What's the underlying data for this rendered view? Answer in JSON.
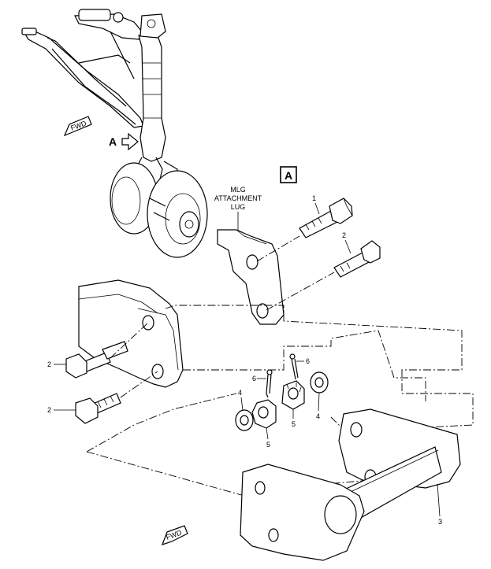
{
  "view_label": "A",
  "view_arrow_label": "A",
  "fwd_label": "FWD",
  "lug_label": [
    "MLG",
    "ATTACHMENT",
    "LUG"
  ],
  "callouts": {
    "bolt_1": "1",
    "bolt_2_upper": "2",
    "bolt_2_left_top": "2",
    "bolt_2_left_bottom": "2",
    "link_3": "3",
    "washer_4_left": "4",
    "washer_4_right": "4",
    "nut_5_left": "5",
    "nut_5_right": "5",
    "pin_6_left": "6",
    "pin_6_right": "6"
  }
}
